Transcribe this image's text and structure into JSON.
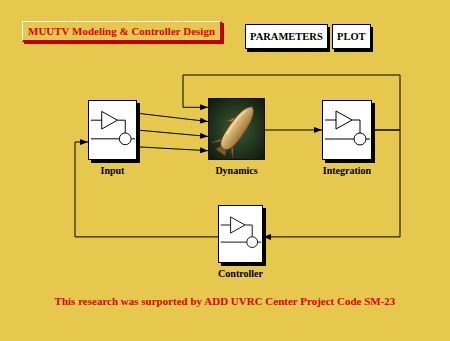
{
  "diagram": {
    "caption": "This research was surported by ADD UVRC Center Project Code SM-23",
    "nodes": [
      {
        "text": [
          "MUUTV Modeling & Controller Design"
        ]
      },
      {
        "text": [
          "PARAMETERS"
        ]
      },
      {
        "text": [
          "PLOT"
        ]
      },
      {
        "text": [
          "Input"
        ]
      },
      {
        "text": [
          "Dynamics"
        ]
      },
      {
        "text": [
          "Integration"
        ]
      },
      {
        "text": [
          "Controller"
        ]
      }
    ],
    "edges": [
      {
        "from": 3,
        "to": 4,
        "arrow": "to"
      },
      {
        "from": 3,
        "to": 4,
        "arrow": "to"
      },
      {
        "from": 3,
        "to": 4,
        "arrow": "to"
      },
      {
        "from": 4,
        "to": 5,
        "arrow": "to"
      },
      {
        "from": 5,
        "to": 4,
        "arrow": "to"
      },
      {
        "from": 5,
        "to": 6,
        "arrow": "to"
      },
      {
        "from": 6,
        "to": 3,
        "arrow": "to"
      }
    ]
  }
}
